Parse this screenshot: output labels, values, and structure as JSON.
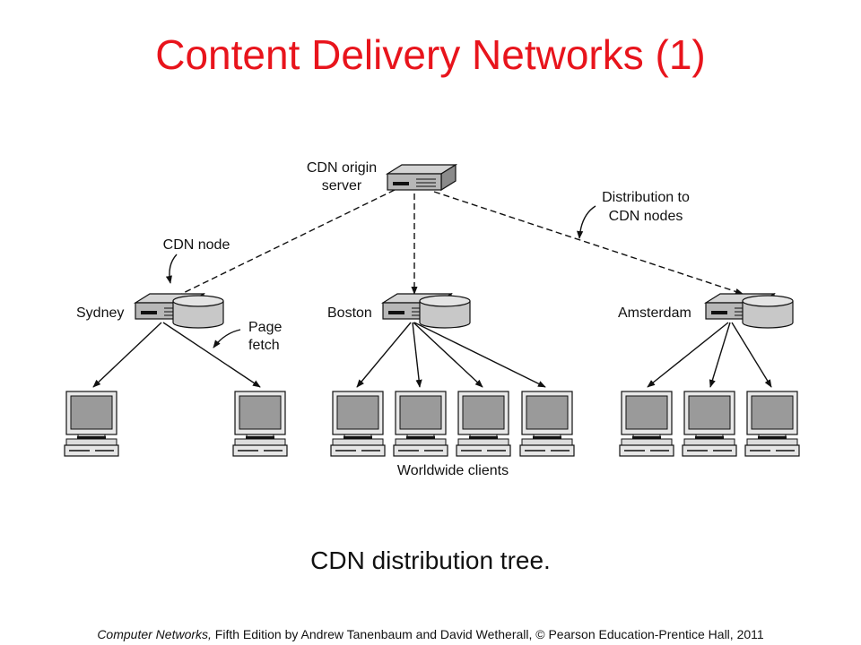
{
  "slide": {
    "title": "Content Delivery Networks (1)",
    "caption": "CDN distribution tree.",
    "footer_book": "Computer Networks,",
    "footer_rest": " Fifth Edition by Andrew Tanenbaum and David Wetherall, © Pearson Education-Prentice Hall, 2011"
  },
  "diagram": {
    "origin_label_1": "CDN origin",
    "origin_label_2": "server",
    "distribution_label_1": "Distribution to",
    "distribution_label_2": "CDN nodes",
    "cdn_node_label": "CDN node",
    "page_fetch_label_1": "Page",
    "page_fetch_label_2": "fetch",
    "clients_label": "Worldwide clients",
    "nodes": [
      {
        "name": "Sydney"
      },
      {
        "name": "Boston"
      },
      {
        "name": "Amsterdam"
      }
    ]
  }
}
